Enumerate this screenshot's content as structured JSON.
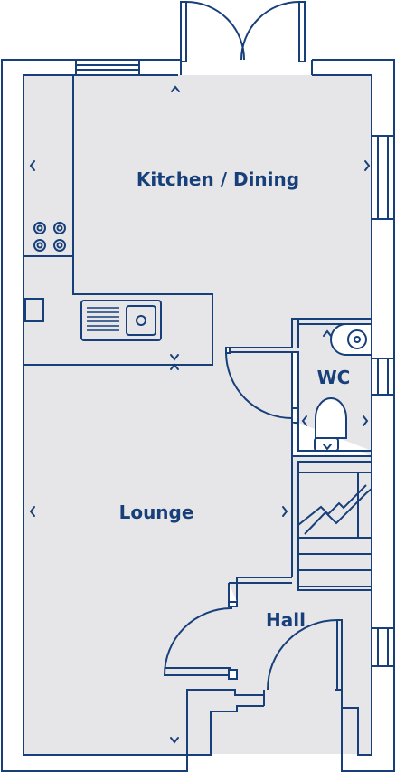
{
  "colors": {
    "wall": "#173f7a",
    "floor": "#e6e6e8",
    "background": "#ffffff"
  },
  "rooms": {
    "kitchen_dining": {
      "label": "Kitchen / Dining"
    },
    "wc": {
      "label": "WC"
    },
    "lounge": {
      "label": "Lounge"
    },
    "hall": {
      "label": "Hall"
    }
  },
  "icons": [
    "hob-icon",
    "sink-icon",
    "fridge-icon",
    "toilet-icon",
    "basin-icon",
    "dimension-arrow-icon"
  ]
}
